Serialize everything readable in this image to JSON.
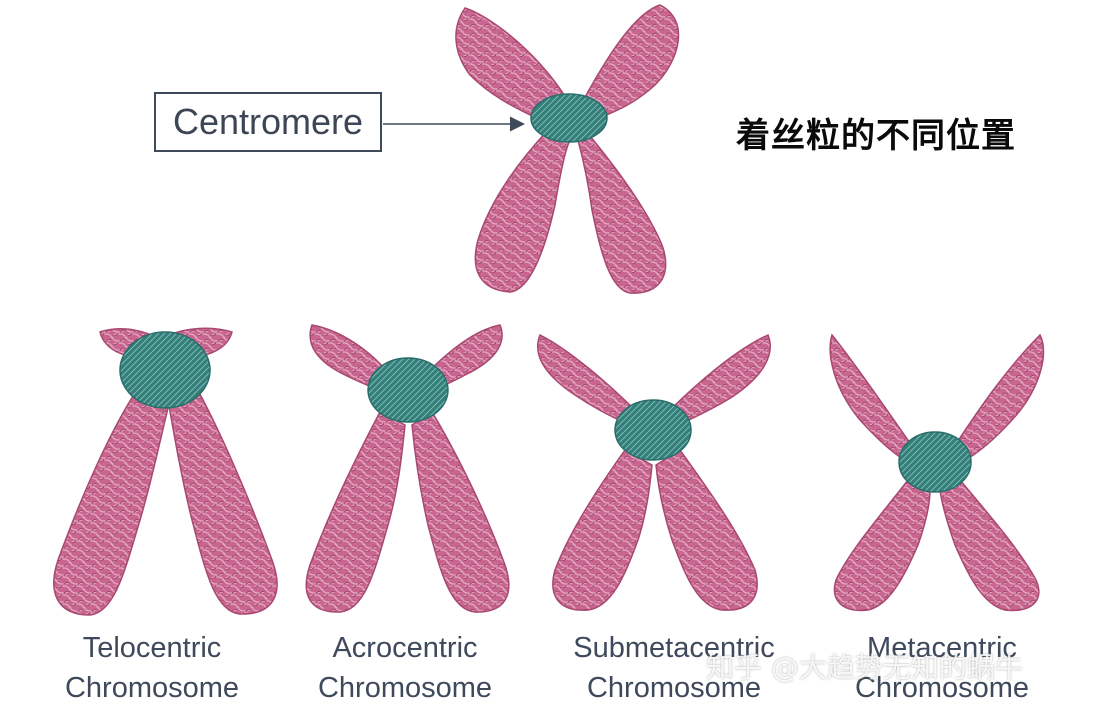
{
  "top_label": "Centromere",
  "title_cn": "着丝粒的不同位置",
  "captions": [
    {
      "line1": "Telocentric",
      "line2": "Chromosome"
    },
    {
      "line1": "Acrocentric",
      "line2": "Chromosome"
    },
    {
      "line1": "Submetacentric",
      "line2": "Chromosome"
    },
    {
      "line1": "Metacentric",
      "line2": "Chromosome"
    }
  ],
  "watermark": "知乎 @大趋势无知的蜗牛",
  "colors": {
    "arm": "#b5527f",
    "arm_light": "#d98cae",
    "centromere": "#2f7f7c",
    "centromere_light": "#6fb3ad",
    "caption": "#3e4a5c"
  }
}
